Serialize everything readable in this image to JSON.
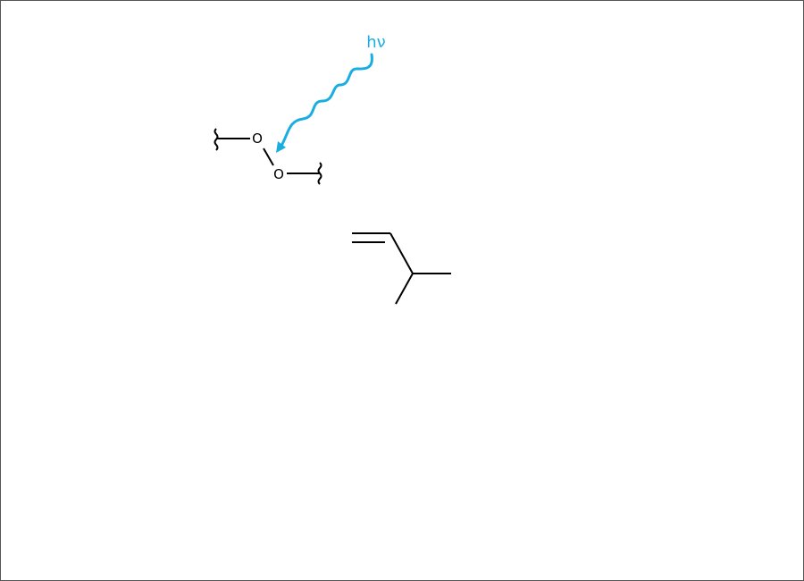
{
  "diagram": {
    "peroxide": {
      "oxygen_1": "O",
      "oxygen_2": "O"
    },
    "light": {
      "label": "hν",
      "color": "#1aaee0"
    },
    "colors": {
      "bond": "#000000",
      "border": "#555555"
    }
  }
}
